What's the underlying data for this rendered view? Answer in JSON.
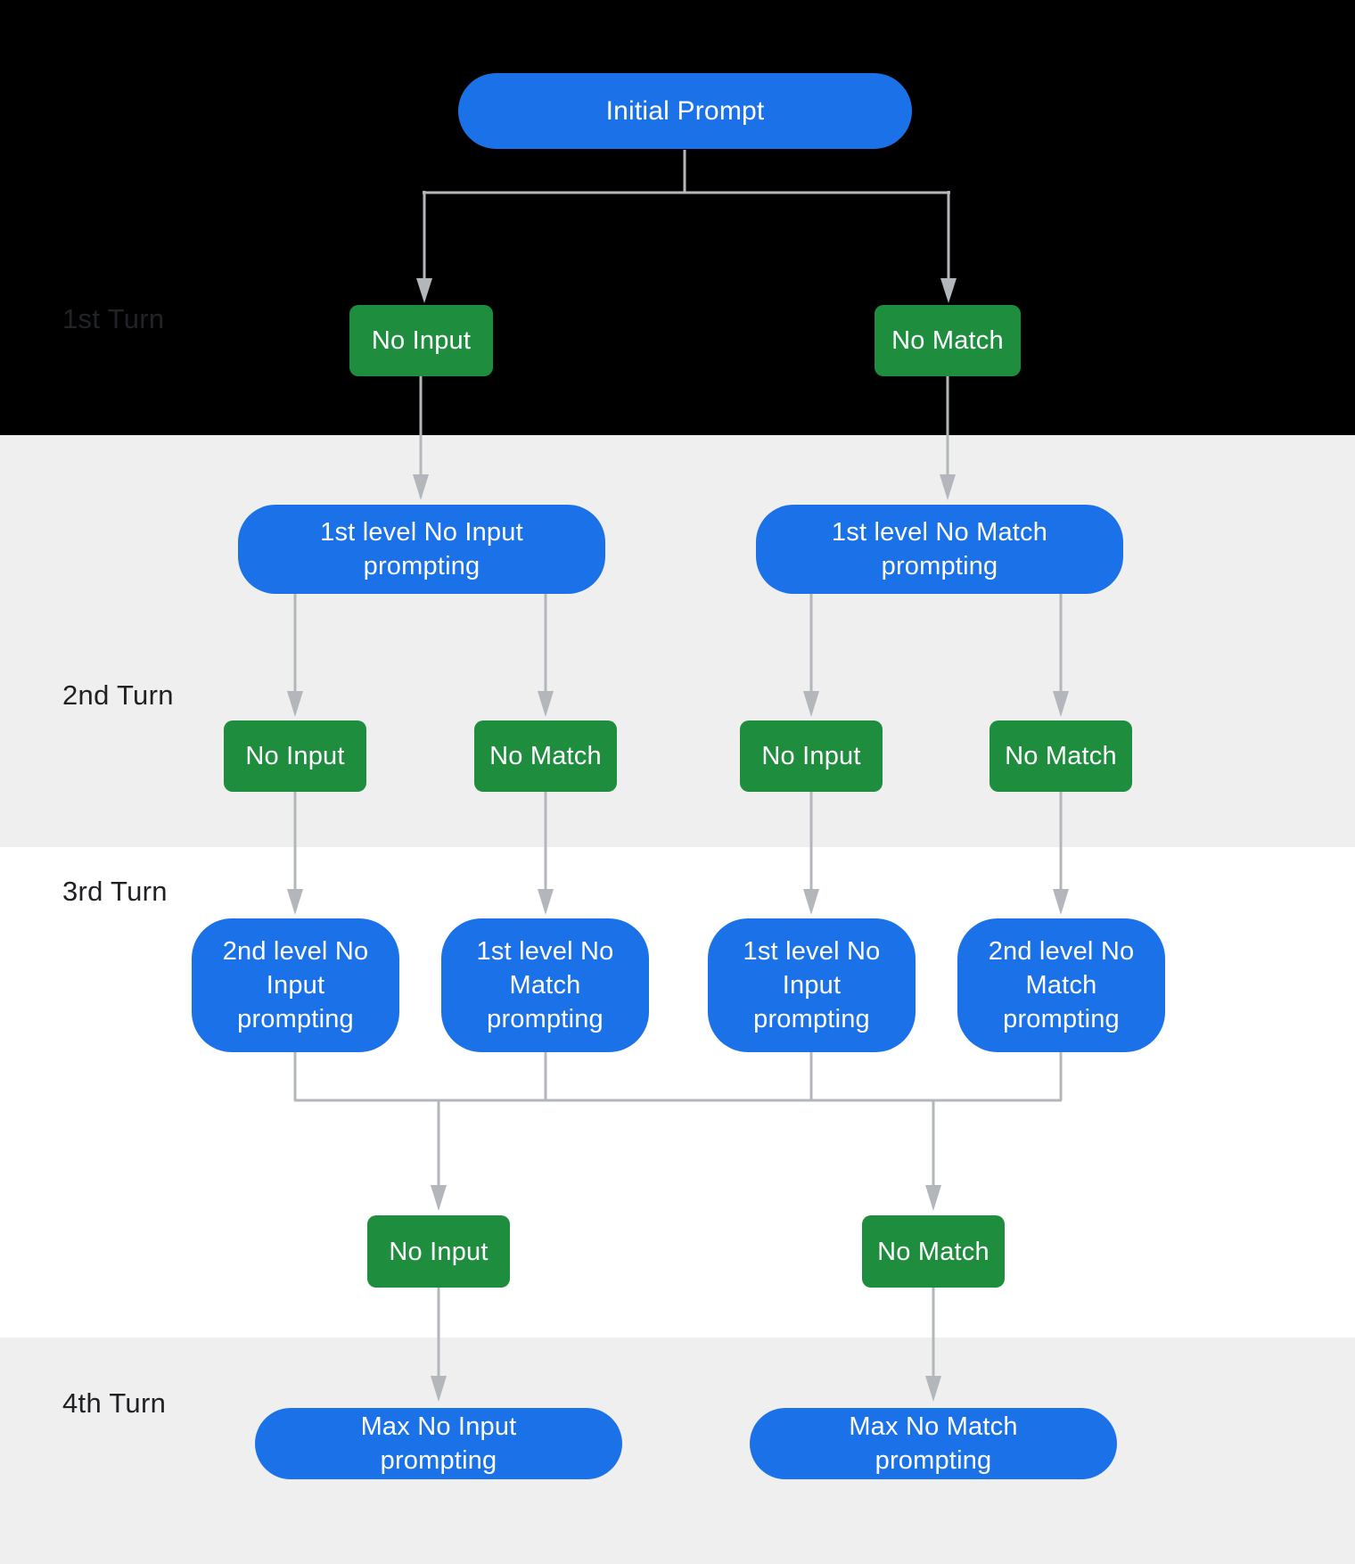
{
  "turns": {
    "t1": "1st Turn",
    "t2": "2nd Turn",
    "t3": "3rd Turn",
    "t4": "4th Turn"
  },
  "nodes": {
    "initial_prompt": "Initial Prompt",
    "no_input": "No Input",
    "no_match": "No Match",
    "first_level_no_input": "1st level No Input prompting",
    "first_level_no_match": "1st level No Match prompting",
    "second_level_no_input": "2nd level No Input prompting",
    "second_level_no_match": "2nd level No Match prompting",
    "max_no_input": "Max No Input prompting",
    "max_no_match": "Max No Match prompting"
  },
  "colors": {
    "prompt_blue": "#1b72e8",
    "event_green": "#1e8e3e",
    "section_dark": "#000000",
    "section_gray": "#efefef",
    "section_white": "#ffffff",
    "connector_gray": "#b3b7bb",
    "label_dark": "#202124",
    "label_on_dark": "#212327"
  }
}
